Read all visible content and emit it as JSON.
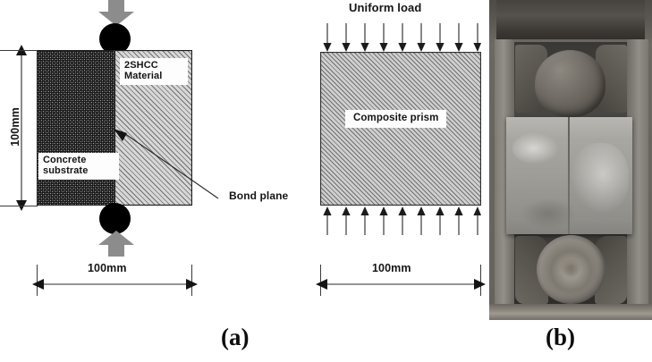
{
  "figure": {
    "caption_a": "(a)",
    "caption_b": "(b)"
  },
  "panel_a": {
    "name": "schematic-bond-test",
    "specimen": {
      "left_block_label": "Concrete\nsubstrate",
      "right_block_label": "2SHCC\nMaterial",
      "interface_label": "Bond plane"
    },
    "dimensions": {
      "height_label": "100mm",
      "width_label": "100mm"
    },
    "loading": {
      "top_arrow_icon": "arrow-down-thick",
      "bottom_arrow_icon": "arrow-up-thick",
      "top_platen_icon": "circle-solid",
      "bottom_platen_icon": "circle-solid"
    }
  },
  "panel_middle": {
    "name": "uniform-load-model",
    "title": "Uniform load",
    "prism_label": "Composite prism",
    "width_label": "100mm",
    "top_arrow_count": 9,
    "bottom_arrow_count": 9,
    "top_arrow_icon": "arrow-down-thin",
    "bottom_arrow_icon": "arrow-up-thin"
  },
  "panel_b": {
    "name": "test-setup-photograph",
    "alt": "Composite prism specimen mounted between two cylindrical steel platens inside a compression test frame"
  },
  "colors": {
    "arrow_gray": "#8c8c8c",
    "line_black": "#2b2b2b",
    "concrete_fill": "#8e8e8e",
    "shcc_fill": "#d7d7d7",
    "text": "#151515"
  }
}
